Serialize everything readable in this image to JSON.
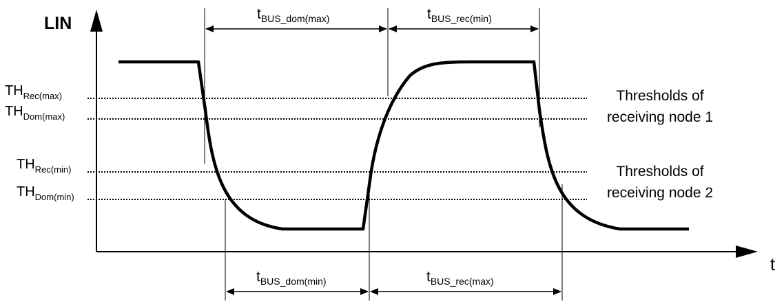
{
  "axes": {
    "y_label": "LIN",
    "x_label": "t"
  },
  "thresholds": [
    {
      "main": "TH",
      "sub": "Rec(max)"
    },
    {
      "main": "TH",
      "sub": "Dom(max)"
    },
    {
      "main": "TH",
      "sub": "Rec(min)"
    },
    {
      "main": "TH",
      "sub": "Dom(min)"
    }
  ],
  "node_labels": {
    "node1_line1": "Thresholds of",
    "node1_line2": "receiving node 1",
    "node2_line1": "Thresholds of",
    "node2_line2": "receiving node 2"
  },
  "timings": {
    "dom_max": {
      "main": "t",
      "sub": "BUS_dom(max)"
    },
    "rec_min": {
      "main": "t",
      "sub": "BUS_rec(min)"
    },
    "dom_min": {
      "main": "t",
      "sub": "BUS_dom(min)"
    },
    "rec_max": {
      "main": "t",
      "sub": "BUS_rec(max)"
    }
  },
  "colors": {
    "line": "#000000",
    "background": "#ffffff"
  }
}
